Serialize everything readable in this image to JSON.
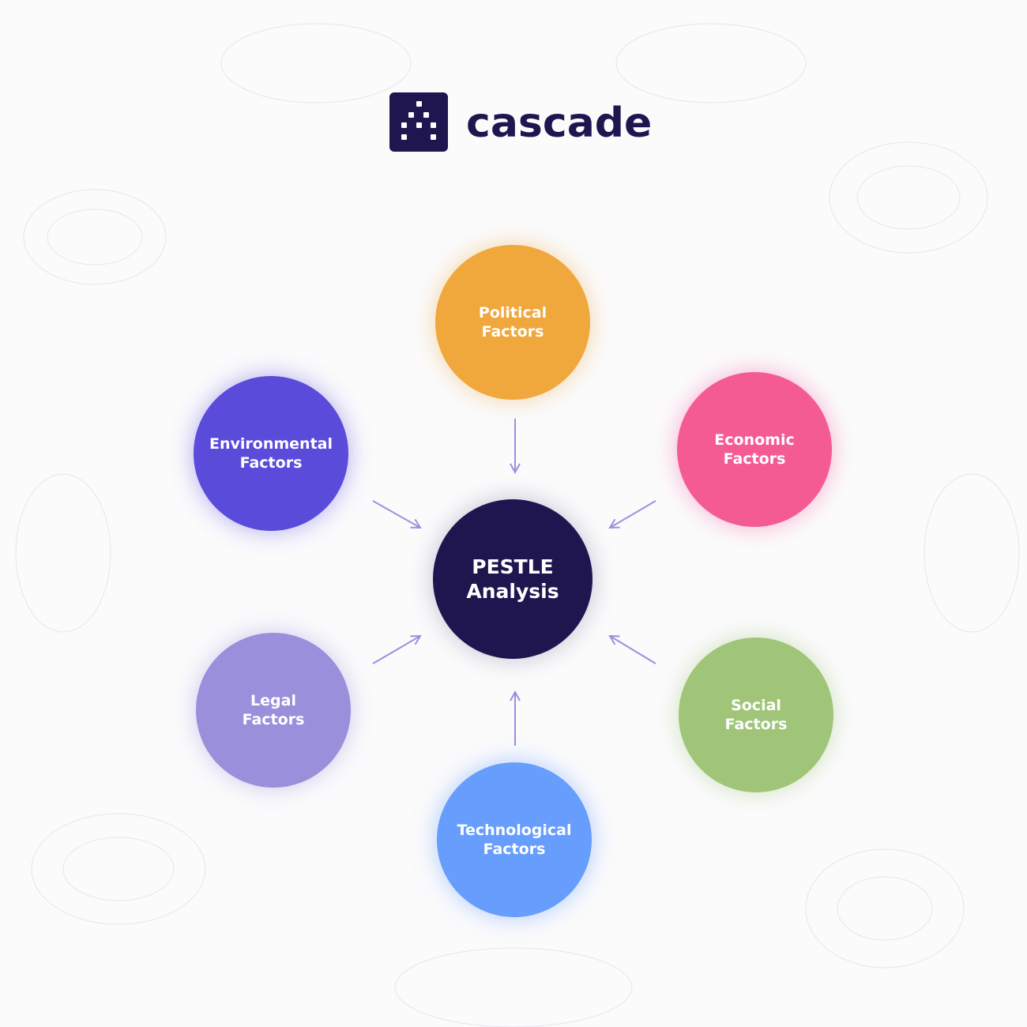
{
  "brand": {
    "name": "cascade"
  },
  "center": {
    "line1": "PESTLE",
    "line2": "Analysis",
    "color": "#1f1650"
  },
  "factors": [
    {
      "id": "political",
      "line1": "Political",
      "line2": "Factors",
      "color": "#f0a73b"
    },
    {
      "id": "economic",
      "line1": "Economic",
      "line2": "Factors",
      "color": "#f55b93"
    },
    {
      "id": "social",
      "line1": "Social",
      "line2": "Factors",
      "color": "#a0c578"
    },
    {
      "id": "technological",
      "line1": "Technological",
      "line2": "Factors",
      "color": "#679dfd"
    },
    {
      "id": "legal",
      "line1": "Legal",
      "line2": "Factors",
      "color": "#9a8fdb"
    },
    {
      "id": "environmental",
      "line1": "Environmental",
      "line2": "Factors",
      "color": "#5b4bdb"
    }
  ],
  "arrow_color": "#9b8fe0"
}
